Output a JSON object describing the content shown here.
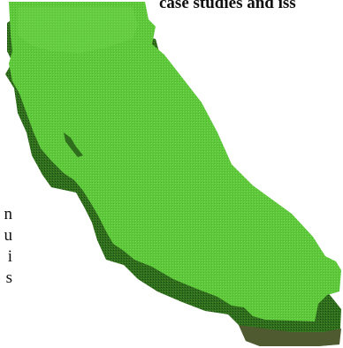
{
  "top_caption": "case studies and iss",
  "left_fragments": [
    "n",
    "u",
    "i",
    "s"
  ],
  "map": {
    "label": "California",
    "top_color": "#5cc83a",
    "top_highlight": "#76d84e",
    "side_color": "#2f6e1c",
    "side_dark": "#1d4510",
    "bottom_color": "#4f5a30"
  }
}
